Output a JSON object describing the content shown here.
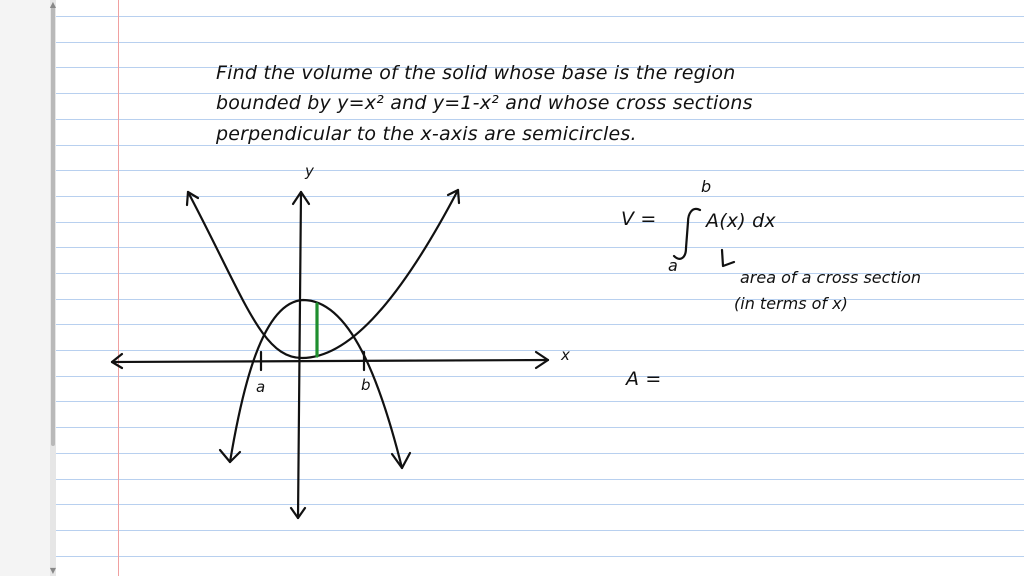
{
  "problem": {
    "line1": "Find the volume of the solid whose base is the region",
    "line2": "bounded by y=x² and y=1-x² and whose cross sections",
    "line3": "perpendicular to the x-axis are semicircles."
  },
  "graph": {
    "y_axis_label": "y",
    "x_axis_label": "x",
    "point_a_label": "a",
    "point_b_label": "b"
  },
  "formula": {
    "volume_lhs": "V =",
    "integral_sign": "∫",
    "integrand": "A(x) dx",
    "upper_limit": "b",
    "lower_limit": "a",
    "note_arrow": "↳",
    "note_line1": "area of a cross section",
    "note_line2": "(in terms of x)",
    "area_lhs": "A ="
  },
  "colors": {
    "ink": "#111111",
    "highlight": "#1f8f2f",
    "ruled_line": "#b8d0ef",
    "margin_line": "#f0a0a0"
  }
}
